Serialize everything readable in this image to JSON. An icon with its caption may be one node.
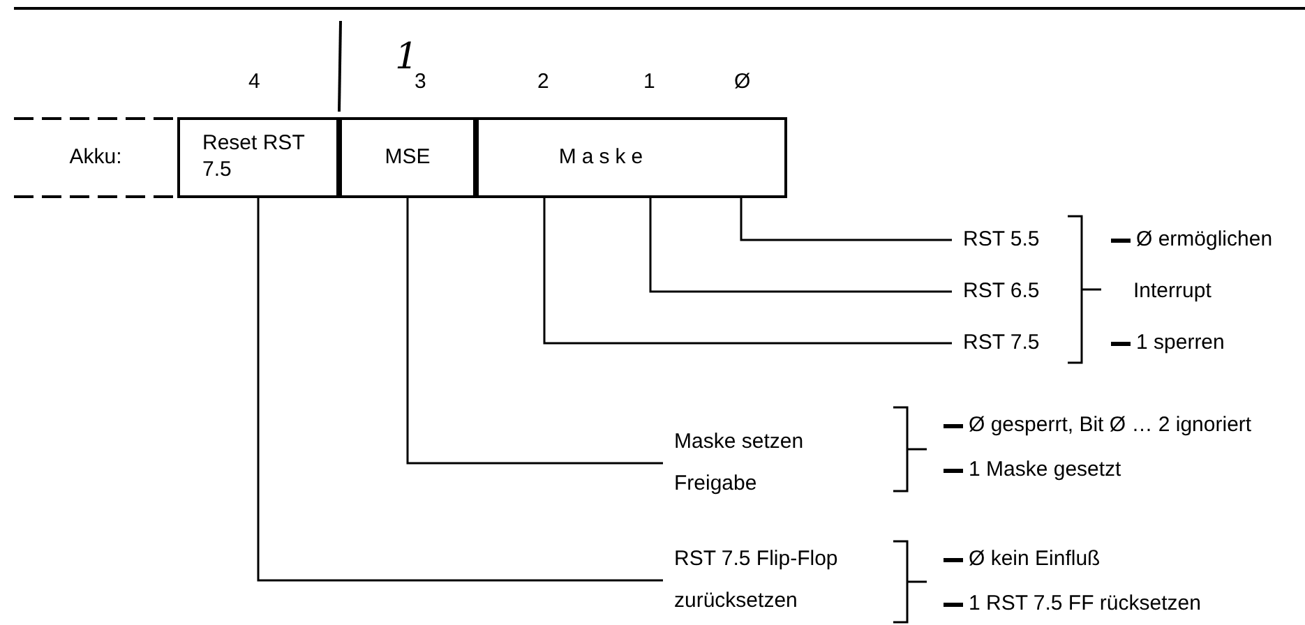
{
  "diagram": {
    "nodes": [
      {
        "text": [
          "Akku:"
        ]
      },
      {
        "text": [
          "Reset RST 7.5"
        ]
      },
      {
        "text": [
          "MSE"
        ]
      },
      {
        "text": [
          "Maske"
        ]
      },
      {
        "text": [
          "RST 5.5"
        ]
      },
      {
        "text": [
          "RST 6.5"
        ]
      },
      {
        "text": [
          "RST 7.5"
        ]
      },
      {
        "text": [
          "Maske setzen Freigabe"
        ]
      },
      {
        "text": [
          "RST 7.5 Flip-Flop zurücksetzen"
        ]
      }
    ],
    "edges": [
      {
        "from": 3,
        "to": 4,
        "arrow": "none"
      },
      {
        "from": 3,
        "to": 5,
        "arrow": "none"
      },
      {
        "from": 3,
        "to": 6,
        "arrow": "none"
      },
      {
        "from": 2,
        "to": 7,
        "arrow": "none"
      },
      {
        "from": 1,
        "to": 8,
        "arrow": "none"
      }
    ],
    "labels": [
      "1",
      "4",
      "3",
      "2",
      "1",
      "Ø",
      "Ø ermöglichen",
      "Interrupt",
      "1 sperren",
      "Ø gesperrt, Bit Ø … 2 ignoriert",
      "1 Maske gesetzt",
      "Ø kein Einfluß",
      "1 RST 7.5 FF rücksetzen"
    ]
  }
}
